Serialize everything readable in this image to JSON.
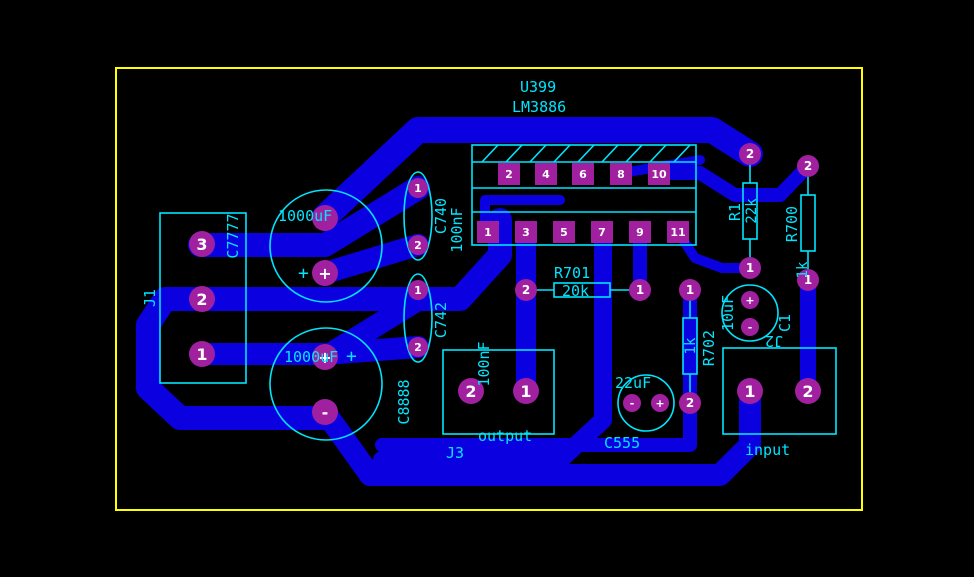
{
  "colors": {
    "background": "#000000",
    "board_outline": "#ffff00",
    "trace": "#0b00e0",
    "pad": "#a020a0",
    "silkscreen": "#00e5ff",
    "pad_text": "#ffffff"
  },
  "ic": {
    "ref": "U399",
    "value": "LM3886",
    "top_pins": [
      "2",
      "4",
      "6",
      "8",
      "10"
    ],
    "bottom_pins": [
      "1",
      "3",
      "5",
      "7",
      "9",
      "11"
    ]
  },
  "j1": {
    "ref": "J1",
    "pins": [
      "3",
      "2",
      "1"
    ]
  },
  "c7777": {
    "ref": "C7777",
    "value": "1000uF",
    "plus": "+"
  },
  "c8888": {
    "ref": "C8888",
    "value": "1000uF",
    "plus": "+",
    "minus": "-"
  },
  "c740": {
    "ref": "C740",
    "value": "100nF",
    "pins": [
      "1",
      "2"
    ]
  },
  "c742": {
    "ref": "C742",
    "pins": [
      "1",
      "2"
    ]
  },
  "j3": {
    "ref": "J3",
    "label": "output",
    "value": "100nF",
    "pins": [
      "2",
      "1"
    ]
  },
  "r701": {
    "ref": "R701",
    "value": "20k",
    "pins": [
      "2",
      "1"
    ]
  },
  "r702": {
    "ref": "R702",
    "value": "1k",
    "pins": [
      "1",
      "2"
    ]
  },
  "c555": {
    "ref": "C555",
    "value": "22uF",
    "minus": "-",
    "plus": "+"
  },
  "r1": {
    "ref": "R1",
    "value": "22k",
    "pins": [
      "2",
      "1"
    ]
  },
  "r700": {
    "ref": "R700",
    "value": "1k",
    "pins": [
      "2",
      "1"
    ]
  },
  "c1": {
    "ref": "C1",
    "value": "10uF",
    "plus": "+",
    "minus": "-"
  },
  "j2": {
    "ref": "J2",
    "label": "input",
    "pins": [
      "1",
      "2"
    ]
  }
}
